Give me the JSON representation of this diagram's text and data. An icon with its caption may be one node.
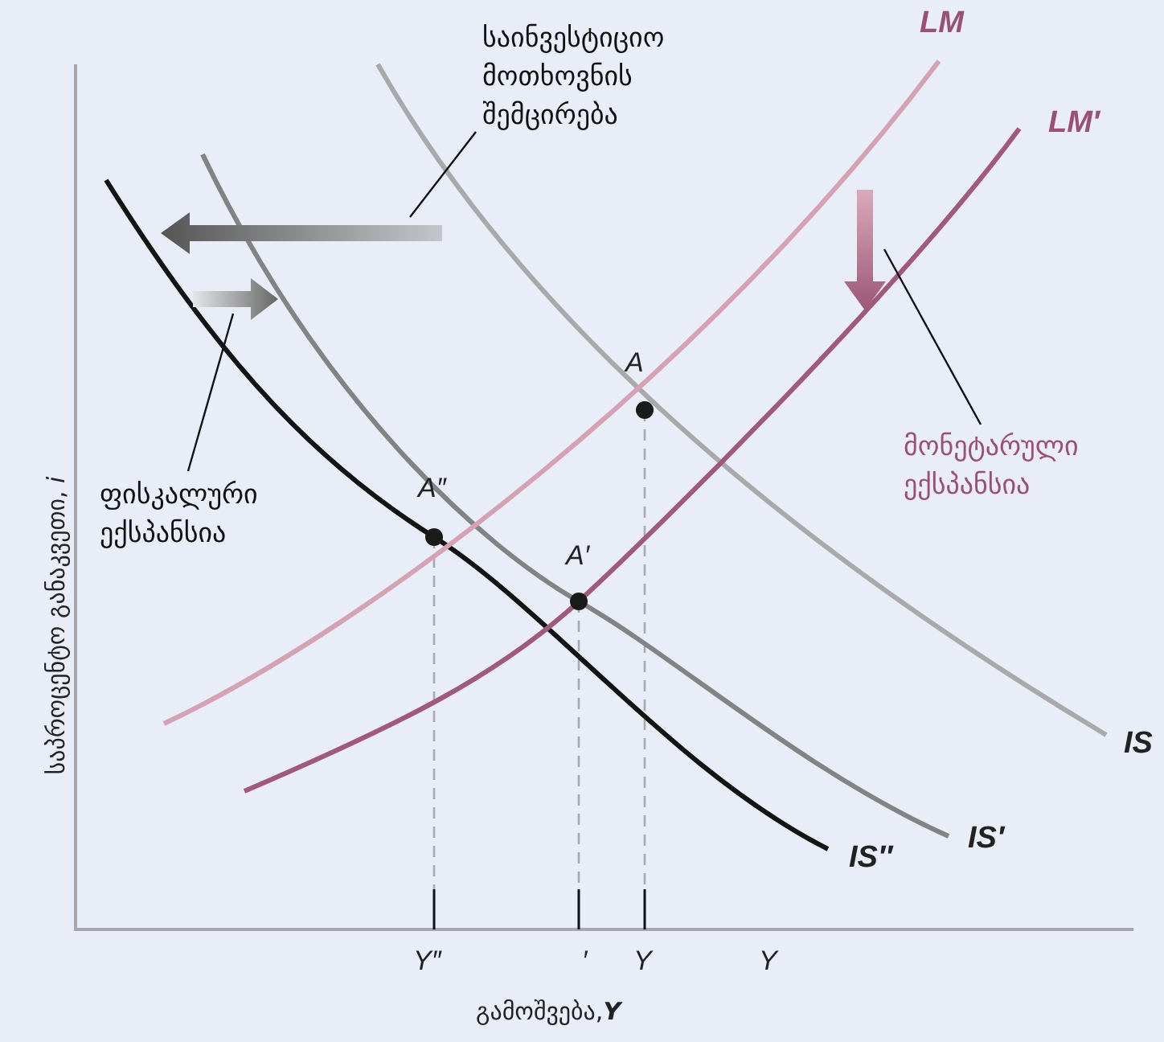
{
  "diagram": {
    "nodes": [
      {
        "text": [
          "საინვესტიციო მოთხოვნის შემცირება"
        ]
      },
      {
        "text": [
          "ფისკალური ექსპანსია"
        ]
      },
      {
        "text": [
          "მონეტარული ექსპანსია"
        ]
      }
    ],
    "edges": [
      {
        "from": 0,
        "to": null,
        "arrow": "none"
      },
      {
        "from": 1,
        "to": null,
        "arrow": "none"
      },
      {
        "from": 2,
        "to": null,
        "arrow": "none"
      }
    ],
    "labels": [
      "LM",
      "LM′",
      "A",
      "A″",
      "A′",
      "IS",
      "IS′",
      "IS″",
      "Y″",
      "′",
      "Y",
      "Y",
      "საპროცენტო განაკვეთი, *i*",
      "გამოშვება,**Y**"
    ]
  }
}
